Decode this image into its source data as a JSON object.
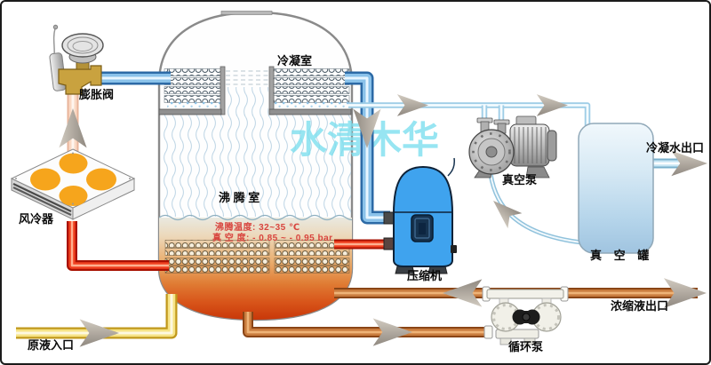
{
  "watermark": "水清木华",
  "labels": {
    "expansion_valve": "膨胀阀",
    "air_cooler": "风冷器",
    "condensing_chamber": "冷凝室",
    "boiling_chamber": "沸 腾 室",
    "compressor": "压缩机",
    "vacuum_pump": "真空泵",
    "vacuum_tank": "真 空 罐",
    "condensate_outlet": "冷凝水出口",
    "concentrate_outlet": "浓缩液出口",
    "circulation_pump": "循环泵",
    "feed_inlet": "原液入口"
  },
  "annotations": {
    "boiling_temperature": "沸腾温度: 32~35 ℃",
    "vacuum_degree": "真 空 度: - 0.85 ~ - 0.95 bar"
  },
  "colors": {
    "suction_pipe_blue": "#3a7ab8",
    "vacuum_line_blue": "#9ecde6",
    "hot_gas_pipe_red": "#e03018",
    "feed_pipe_yellow": "#f6e385",
    "concentrate_pipe_copper": "#c97c3e",
    "liquid_pipe_peach": "#fad9c4",
    "compressor_body_blue": "#3fa3ee",
    "fan_orange": "#f6a51c",
    "tank_liquid_hot": "#cc3a0a",
    "watermark_cyan": "#7adeee",
    "annotation_red": "#d8453f",
    "arrow_gray": "#a89f94"
  }
}
